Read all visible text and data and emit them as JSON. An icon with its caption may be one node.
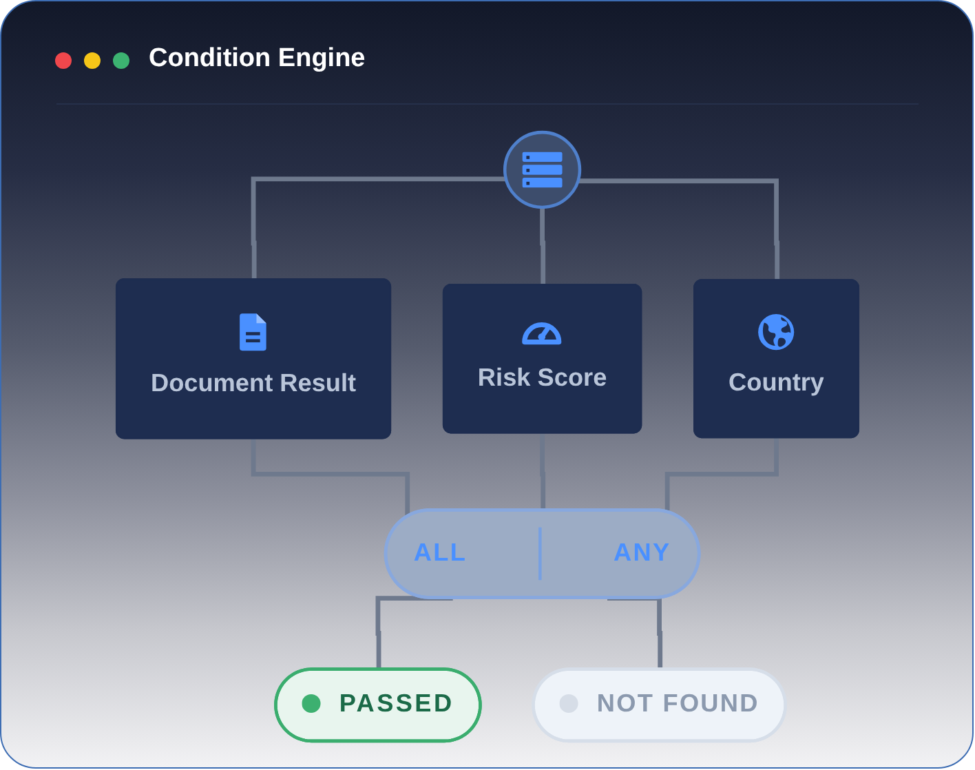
{
  "diagram": {
    "title": "Condition Engine",
    "nodes": [
      {
        "text": [],
        "shape": "circle"
      },
      {
        "text": [
          "Document Result"
        ]
      },
      {
        "text": [
          "Risk Score"
        ]
      },
      {
        "text": [
          "Country"
        ]
      },
      {
        "text": [
          "ALL",
          "ANY"
        ]
      },
      {
        "text": [
          "PASSED"
        ]
      },
      {
        "text": [
          "NOT FOUND"
        ]
      }
    ],
    "edges": [
      {
        "from": 0,
        "to": 1,
        "arrow": "none"
      },
      {
        "from": 0,
        "to": 2,
        "arrow": "none"
      },
      {
        "from": 0,
        "to": 3,
        "arrow": "none"
      },
      {
        "from": 1,
        "to": 4,
        "arrow": "none"
      },
      {
        "from": 2,
        "to": 4,
        "arrow": "none"
      },
      {
        "from": 3,
        "to": 4,
        "arrow": "none"
      },
      {
        "from": 4,
        "to": 5,
        "arrow": "none"
      },
      {
        "from": 4,
        "to": 6,
        "arrow": "none"
      }
    ]
  }
}
